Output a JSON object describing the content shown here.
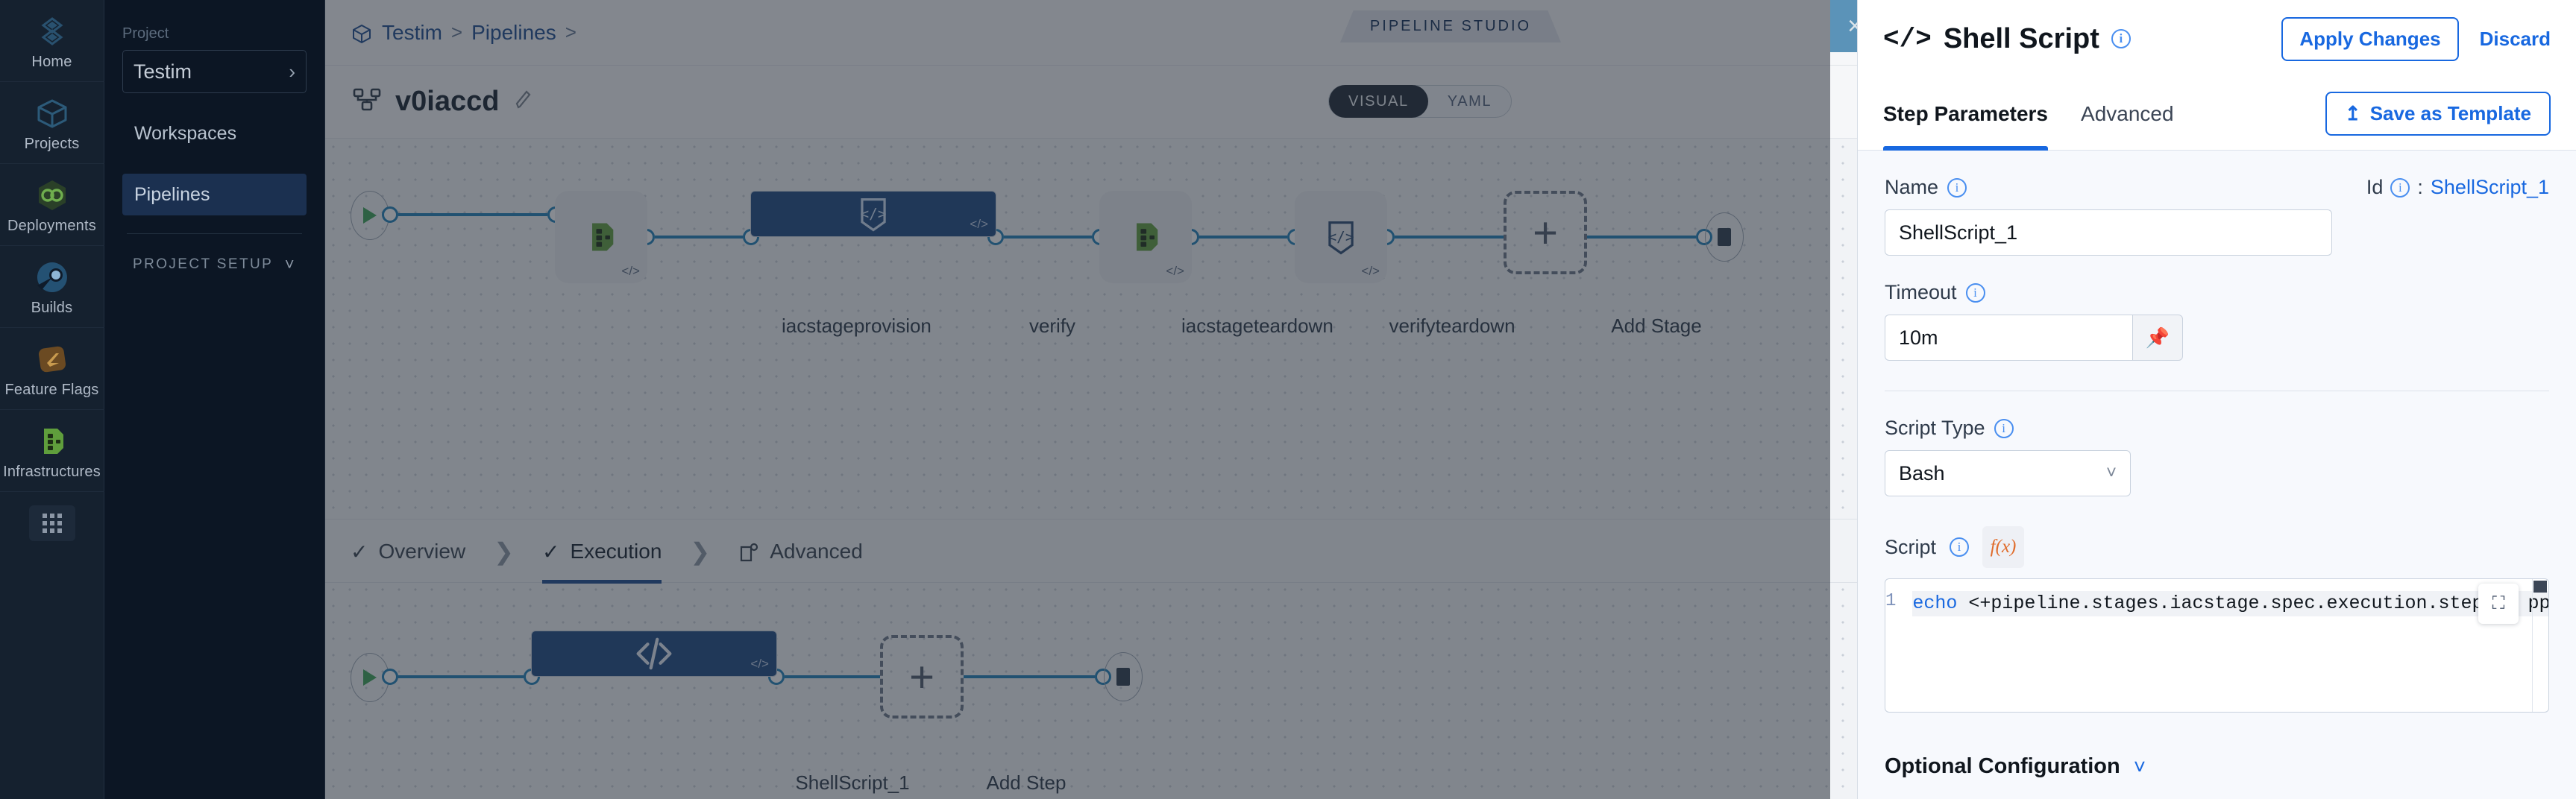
{
  "rail": {
    "items": [
      {
        "label": "Home",
        "icon": "home-diamond-icon"
      },
      {
        "label": "Projects",
        "icon": "cube-icon"
      },
      {
        "label": "Deployments",
        "icon": "infinity-hex-icon"
      },
      {
        "label": "Builds",
        "icon": "build-circle-icon"
      },
      {
        "label": "Feature Flags",
        "icon": "flag-square-icon"
      },
      {
        "label": "Infrastructures",
        "icon": "infra-nodes-icon"
      }
    ],
    "grid_icon": "app-grid-icon"
  },
  "sidebar": {
    "caption": "Project",
    "project_name": "Testim",
    "project_chevron": "chevron-right-icon",
    "links": [
      {
        "label": "Workspaces",
        "active": false
      },
      {
        "label": "Pipelines",
        "active": true
      }
    ],
    "group_label": "PROJECT SETUP",
    "group_chevron": "chevron-down-icon"
  },
  "breadcrumb": {
    "icon": "cube-icon",
    "items": [
      "Testim",
      "Pipelines"
    ],
    "separator": ">",
    "trailing_separator": ">"
  },
  "studio_badge": "PIPELINE STUDIO",
  "pipeline": {
    "icon": "pipeline-nodes-icon",
    "name": "v0iaccd",
    "edit_icon": "pencil-icon",
    "view_toggle": {
      "options": [
        "VISUAL",
        "YAML"
      ],
      "selected": "VISUAL"
    }
  },
  "stages": {
    "start_icon": "play-icon",
    "end_icon": "stop-icon",
    "nodes": [
      {
        "label": "iacstageprovision",
        "type": "infrastructure",
        "tag": "</>",
        "selected": false,
        "icon": "infra-nodes-icon"
      },
      {
        "label": "verify",
        "type": "custom",
        "tag": "</>",
        "selected": true,
        "icon": "code-shield-icon"
      },
      {
        "label": "iacstageteardown",
        "type": "infrastructure",
        "tag": "</>",
        "selected": false,
        "icon": "infra-nodes-icon"
      },
      {
        "label": "verifyteardown",
        "type": "custom",
        "tag": "</>",
        "selected": false,
        "icon": "code-shield-icon"
      }
    ],
    "add_label": "Add Stage",
    "add_icon": "plus-icon"
  },
  "stage_tabs": [
    {
      "label": "Overview",
      "icon": "check-icon",
      "current": false
    },
    {
      "label": "Execution",
      "icon": "check-icon",
      "current": true
    },
    {
      "label": "Advanced",
      "icon": "advanced-gear-icon",
      "current": false
    }
  ],
  "steps": {
    "start_icon": "play-icon",
    "end_icon": "stop-icon",
    "nodes": [
      {
        "label": "ShellScript_1",
        "tag": "</>",
        "selected": true,
        "icon": "code-brackets-icon"
      }
    ],
    "add_label": "Add Step",
    "add_icon": "plus-icon"
  },
  "close_button": {
    "icon": "close-icon",
    "label": "×"
  },
  "panel": {
    "title": "Shell Script",
    "title_icon": "code-brackets-icon",
    "title_info_icon": "info-icon",
    "apply_label": "Apply Changes",
    "discard_label": "Discard",
    "tabs": [
      {
        "label": "Step Parameters",
        "current": true
      },
      {
        "label": "Advanced",
        "current": false
      }
    ],
    "save_template_label": "Save as Template",
    "save_template_icon": "upload-template-icon",
    "fields": {
      "name_label": "Name",
      "name_value": "ShellScript_1",
      "id_label": "Id",
      "id_separator": ":",
      "id_value": "ShellScript_1",
      "timeout_label": "Timeout",
      "timeout_value": "10m",
      "timeout_pin_icon": "pin-icon",
      "script_type_label": "Script Type",
      "script_type_value": "Bash",
      "script_type_chevron": "chevron-down-icon",
      "script_label": "Script",
      "script_fx_icon": "fx-icon",
      "script_fx_label": "f(x)",
      "script_line_number": "1",
      "script_keyword": "echo",
      "script_text": " <+pipeline.stages.iacstage.spec.execution.step    ppl",
      "script_expand_icon": "expand-icon"
    },
    "optional_config_label": "Optional Configuration",
    "optional_config_chevron": "chevron-down-icon"
  },
  "colors": {
    "accent_blue": "#1868e0",
    "node_selected": "#1b4781",
    "link_blue": "#1d7fb8",
    "sidebar_bg": "#0c1624",
    "rail_bg": "#15212f"
  }
}
